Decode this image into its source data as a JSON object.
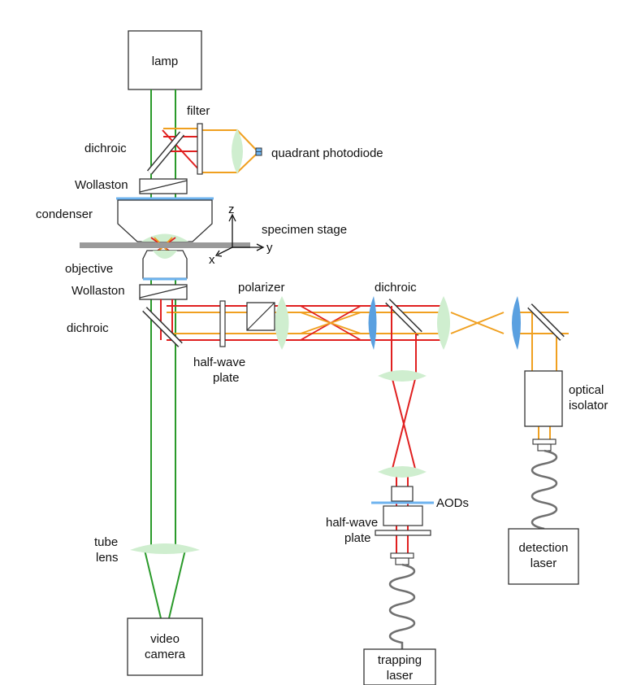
{
  "labels": {
    "lamp": "lamp",
    "filter": "filter",
    "dichroic_top": "dichroic",
    "quadrant_photodiode": "quadrant photodiode",
    "wollaston_top": "Wollaston",
    "condenser": "condenser",
    "axis_z": "z",
    "axis_y": "y",
    "axis_x": "x",
    "specimen_stage": "specimen stage",
    "objective": "objective",
    "wollaston_bottom": "Wollaston",
    "polarizer": "polarizer",
    "dichroic_middle": "dichroic",
    "dichroic_left": "dichroic",
    "half_wave_plate_left_1": "half-wave",
    "half_wave_plate_left_2": "plate",
    "optical_isolator_1": "optical",
    "optical_isolator_2": "isolator",
    "tube_lens_1": "tube",
    "tube_lens_2": "lens",
    "aods": "AODs",
    "half_wave_plate_right_1": "half-wave",
    "half_wave_plate_right_2": "plate",
    "video_camera_1": "video",
    "video_camera_2": "camera",
    "detection_laser_1": "detection",
    "detection_laser_2": "laser",
    "trapping_laser_1": "trapping",
    "trapping_laser_2": "laser"
  },
  "colors": {
    "illumination_beam": "#2a9a2a",
    "trapping_beam": "#e02020",
    "detection_beam": "#f0a020",
    "lens_fill": "#cfeecf",
    "blue_lens": "#5aa0e0",
    "blue_plate": "#6db3ef",
    "stage": "#9a9a9a",
    "fiber": "#707070",
    "outline": "#333333"
  },
  "icons": {
    "photodiode": "quadrant-photodiode-icon",
    "polarizer": "polarizing-cube-icon",
    "fiber": "fiber-coil-icon"
  }
}
